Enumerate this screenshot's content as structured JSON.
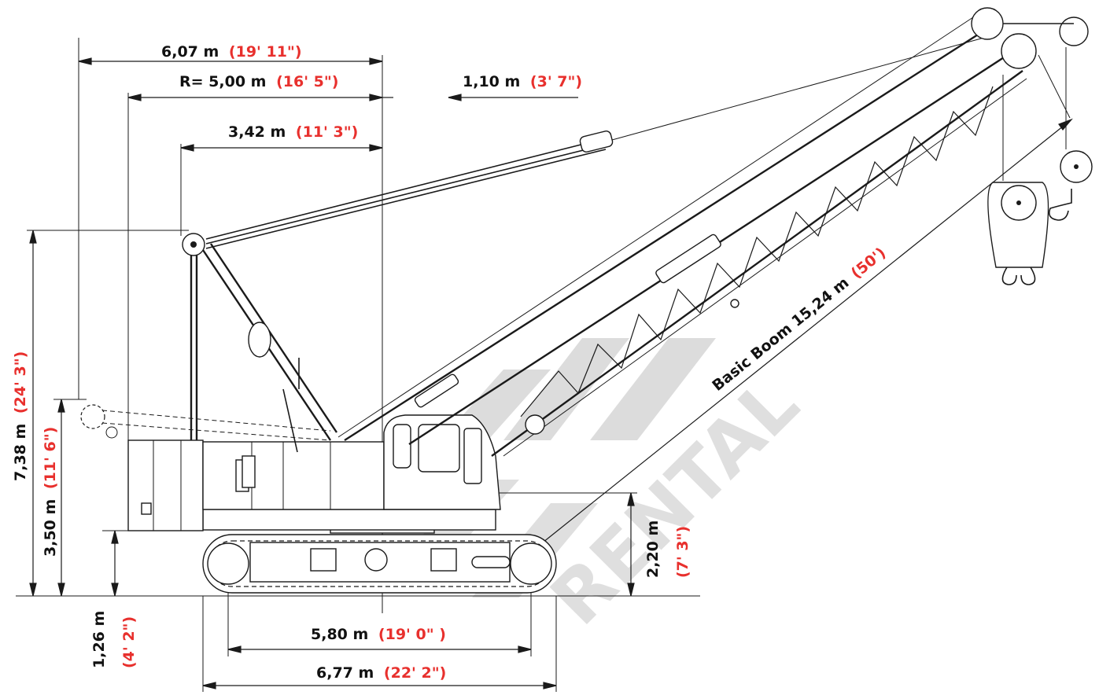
{
  "colors": {
    "ink": "#111111",
    "imperial": "#e8302d",
    "watermark": "#d6d6d6"
  },
  "dimensions": {
    "tail_total": {
      "metric": "6,07 m",
      "imperial": "(19' 11\")"
    },
    "radius": {
      "metric": "R= 5,00 m",
      "imperial": "(16' 5\")"
    },
    "boom_offset": {
      "metric": "1,10 m",
      "imperial": "(3' 7\")"
    },
    "gantry_offset": {
      "metric": "3,42 m",
      "imperial": "(11' 3\")"
    },
    "gantry_height": {
      "metric": "7,38 m",
      "imperial": "(24' 3\")"
    },
    "lowered_height": {
      "metric": "3,50 m",
      "imperial": "(11' 6\")"
    },
    "tail_clearance": {
      "metric": "1,26 m",
      "imperial": "(4' 2\")"
    },
    "cab_height": {
      "metric": "2,20 m",
      "imperial": "(7' 3\")"
    },
    "tumbler_distance": {
      "metric": "5,80 m",
      "imperial": "(19' 0\" )"
    },
    "track_length": {
      "metric": "6,77 m",
      "imperial": "(22' 2\")"
    },
    "boom": {
      "metric": "Basic Boom 15,24 m",
      "imperial": "(50')"
    }
  },
  "watermark": {
    "text": "RENTAL"
  }
}
